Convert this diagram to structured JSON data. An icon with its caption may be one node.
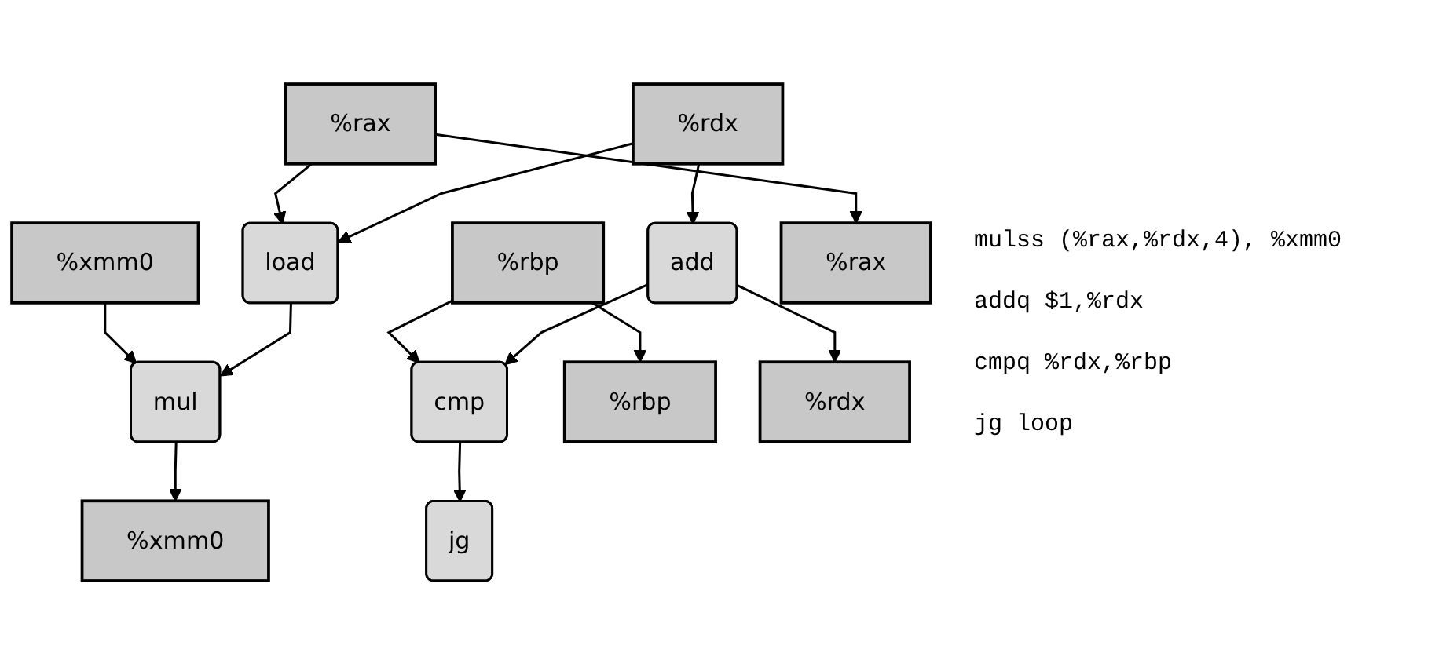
{
  "diagram": {
    "nodes": [
      {
        "text": [
          "%rax"
        ]
      },
      {
        "text": [
          "%rbp"
        ]
      },
      {
        "text": [
          "%rdx"
        ]
      },
      {
        "text": [
          "%xmm0"
        ]
      },
      {
        "text": [
          "load"
        ]
      },
      {
        "text": [
          "mul"
        ]
      },
      {
        "text": [
          "add"
        ]
      },
      {
        "text": [
          "cmp"
        ]
      },
      {
        "text": [
          "jg"
        ]
      },
      {
        "text": [
          "%rax"
        ]
      },
      {
        "text": [
          "%rbp"
        ]
      },
      {
        "text": [
          "%rdx"
        ]
      },
      {
        "text": [
          "%xmm0"
        ]
      }
    ],
    "edges": [
      {
        "from": 0,
        "to": 9,
        "arrow": "to"
      },
      {
        "from": 0,
        "to": 4,
        "arrow": "to"
      },
      {
        "from": 1,
        "to": 10,
        "arrow": "to"
      },
      {
        "from": 1,
        "to": 7,
        "arrow": "to"
      },
      {
        "from": 2,
        "to": 4,
        "arrow": "to"
      },
      {
        "from": 2,
        "to": 6,
        "arrow": "to"
      },
      {
        "from": 3,
        "to": 5,
        "arrow": "to"
      },
      {
        "from": 5,
        "to": 12,
        "arrow": "to"
      },
      {
        "from": 6,
        "to": 11,
        "arrow": "to"
      },
      {
        "from": 6,
        "to": 7,
        "arrow": "to"
      },
      {
        "from": 4,
        "to": 5,
        "arrow": "to"
      },
      {
        "from": 7,
        "to": 8,
        "arrow": "to"
      }
    ],
    "labels": [
      "mulss (%rax,%rdx,4), %xmm0",
      "addq $1,%rdx",
      "cmpq %rdx,%rbp",
      "jg loop"
    ]
  }
}
